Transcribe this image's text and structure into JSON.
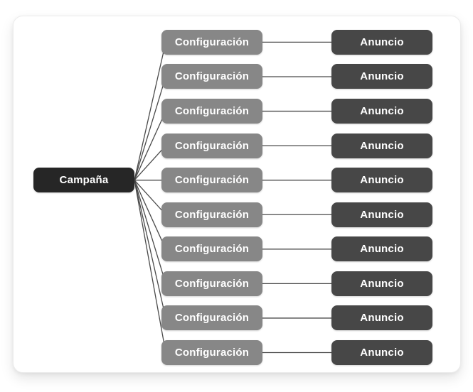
{
  "diagram": {
    "root": {
      "label": "Campaña"
    },
    "rows": [
      {
        "config": "Configuración",
        "ad": "Anuncio"
      },
      {
        "config": "Configuración",
        "ad": "Anuncio"
      },
      {
        "config": "Configuración",
        "ad": "Anuncio"
      },
      {
        "config": "Configuración",
        "ad": "Anuncio"
      },
      {
        "config": "Configuración",
        "ad": "Anuncio"
      },
      {
        "config": "Configuración",
        "ad": "Anuncio"
      },
      {
        "config": "Configuración",
        "ad": "Anuncio"
      },
      {
        "config": "Configuración",
        "ad": "Anuncio"
      },
      {
        "config": "Configuración",
        "ad": "Anuncio"
      },
      {
        "config": "Configuración",
        "ad": "Anuncio"
      }
    ],
    "colors": {
      "campaign_bg": "#262626",
      "config_bg": "#878787",
      "ad_bg": "#474747",
      "line": "#4a4a4a",
      "text": "#ffffff",
      "card_bg": "#ffffff",
      "card_border": "#ececec"
    }
  }
}
